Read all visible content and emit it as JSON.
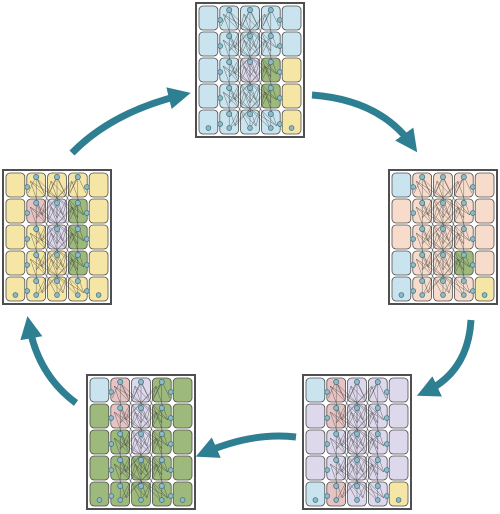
{
  "colors": {
    "blue": "#c9e4ef",
    "peach": "#f8dccb",
    "yellow": "#f6e6a6",
    "green": "#9dba7c",
    "lavender": "#ddd8ec",
    "pink": "#e7c3c3",
    "frame": "#4f4f4f",
    "arrow": "#2f7f93",
    "line": "#3c3c3c",
    "node_fill": "#8eb9c6",
    "node_stroke": "#3f6f7c"
  },
  "icons": {
    "arrow": "curved-arrow-icon",
    "node": "circle-node-icon"
  },
  "grids": [
    {
      "name": "top",
      "theme": "blue",
      "cells": [
        [
          "blue",
          "blue",
          "blue",
          "blue",
          "blue"
        ],
        [
          "blue",
          "blue",
          "blue",
          "blue",
          "blue"
        ],
        [
          "blue",
          "blue",
          "lavender",
          "green",
          "yellow"
        ],
        [
          "blue",
          "blue",
          "blue",
          "green",
          "yellow"
        ],
        [
          "blue",
          "blue",
          "blue",
          "blue",
          "yellow"
        ]
      ]
    },
    {
      "name": "right",
      "theme": "peach",
      "cells": [
        [
          "blue",
          "peach",
          "peach",
          "peach",
          "peach"
        ],
        [
          "peach",
          "peach",
          "peach",
          "peach",
          "peach"
        ],
        [
          "peach",
          "peach",
          "peach",
          "peach",
          "peach"
        ],
        [
          "blue",
          "peach",
          "peach",
          "green",
          "peach"
        ],
        [
          "blue",
          "peach",
          "peach",
          "peach",
          "yellow"
        ]
      ]
    },
    {
      "name": "bottom-right",
      "theme": "lavender",
      "cells": [
        [
          "blue",
          "pink",
          "lavender",
          "lavender",
          "lavender"
        ],
        [
          "lavender",
          "pink",
          "lavender",
          "lavender",
          "lavender"
        ],
        [
          "lavender",
          "lavender",
          "lavender",
          "lavender",
          "lavender"
        ],
        [
          "lavender",
          "lavender",
          "lavender",
          "lavender",
          "lavender"
        ],
        [
          "blue",
          "pink",
          "lavender",
          "lavender",
          "yellow"
        ]
      ]
    },
    {
      "name": "bottom-left",
      "theme": "green",
      "cells": [
        [
          "blue",
          "pink",
          "lavender",
          "green",
          "green"
        ],
        [
          "green",
          "pink",
          "lavender",
          "green",
          "green"
        ],
        [
          "green",
          "green",
          "lavender",
          "green",
          "green"
        ],
        [
          "green",
          "green",
          "green",
          "green",
          "green"
        ],
        [
          "green",
          "green",
          "green",
          "green",
          "green"
        ]
      ]
    },
    {
      "name": "left",
      "theme": "yellow",
      "cells": [
        [
          "yellow",
          "yellow",
          "yellow",
          "yellow",
          "yellow"
        ],
        [
          "yellow",
          "pink",
          "lavender",
          "green",
          "yellow"
        ],
        [
          "yellow",
          "yellow",
          "lavender",
          "green",
          "yellow"
        ],
        [
          "yellow",
          "yellow",
          "yellow",
          "green",
          "yellow"
        ],
        [
          "yellow",
          "yellow",
          "yellow",
          "yellow",
          "yellow"
        ]
      ]
    }
  ],
  "arrows": [
    {
      "from": "left",
      "to": "top"
    },
    {
      "from": "top",
      "to": "right"
    },
    {
      "from": "right",
      "to": "bottom-right"
    },
    {
      "from": "bottom-right",
      "to": "bottom-left"
    },
    {
      "from": "bottom-left",
      "to": "left"
    }
  ]
}
